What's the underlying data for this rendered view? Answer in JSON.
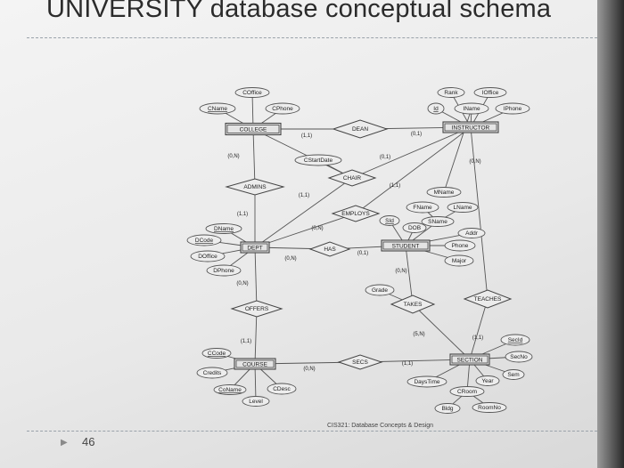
{
  "title": "UNIVERSITY database conceptual schema",
  "footer": "CIS321: Database Concepts & Design",
  "page_number": "46",
  "entities": [
    {
      "id": "college",
      "label": "COLLEGE"
    },
    {
      "id": "instructor",
      "label": "INSTRUCTOR"
    },
    {
      "id": "dept",
      "label": "DEPT"
    },
    {
      "id": "student",
      "label": "STUDENT"
    },
    {
      "id": "course",
      "label": "COURSE"
    },
    {
      "id": "section",
      "label": "SECTION"
    }
  ],
  "relationships": [
    {
      "id": "dean",
      "label": "DEAN"
    },
    {
      "id": "chair",
      "label": "CHAIR"
    },
    {
      "id": "admins",
      "label": "ADMINS"
    },
    {
      "id": "employs",
      "label": "EMPLOYS"
    },
    {
      "id": "has",
      "label": "HAS"
    },
    {
      "id": "takes",
      "label": "TAKES"
    },
    {
      "id": "teaches",
      "label": "TEACHES"
    },
    {
      "id": "offers",
      "label": "OFFERS"
    },
    {
      "id": "secs",
      "label": "SECS"
    }
  ],
  "attributes": [
    {
      "id": "coffice",
      "label": "COffice",
      "key": false
    },
    {
      "id": "cname",
      "label": "CName",
      "key": true
    },
    {
      "id": "cphone",
      "label": "CPhone",
      "key": false
    },
    {
      "id": "rank",
      "label": "Rank",
      "key": false
    },
    {
      "id": "ioffice",
      "label": "IOffice",
      "key": false
    },
    {
      "id": "iid",
      "label": "Id",
      "key": true
    },
    {
      "id": "iname",
      "label": "IName",
      "key": false
    },
    {
      "id": "iphone",
      "label": "IPhone",
      "key": false
    },
    {
      "id": "cstartdate",
      "label": "CStartDate",
      "key": false
    },
    {
      "id": "mname",
      "label": "MName",
      "key": false
    },
    {
      "id": "fname",
      "label": "FName",
      "key": false
    },
    {
      "id": "lname",
      "label": "LName",
      "key": false
    },
    {
      "id": "sname",
      "label": "SName",
      "key": false
    },
    {
      "id": "sid",
      "label": "SId",
      "key": true
    },
    {
      "id": "dob",
      "label": "DOB",
      "key": false
    },
    {
      "id": "addr",
      "label": "Addr",
      "key": false
    },
    {
      "id": "phone",
      "label": "Phone",
      "key": false
    },
    {
      "id": "major",
      "label": "Major",
      "key": false
    },
    {
      "id": "dname",
      "label": "DName",
      "key": true
    },
    {
      "id": "dcode",
      "label": "DCode",
      "key": true
    },
    {
      "id": "doffice",
      "label": "DOffice",
      "key": false
    },
    {
      "id": "dphone",
      "label": "DPhone",
      "key": false
    },
    {
      "id": "grade",
      "label": "Grade",
      "key": false
    },
    {
      "id": "ccode",
      "label": "CCode",
      "key": true
    },
    {
      "id": "credits",
      "label": "Credits",
      "key": false
    },
    {
      "id": "coname",
      "label": "CoName",
      "key": true
    },
    {
      "id": "cdesc",
      "label": "CDesc",
      "key": false
    },
    {
      "id": "level",
      "label": "Level",
      "key": false
    },
    {
      "id": "secid",
      "label": "SecId",
      "key": true
    },
    {
      "id": "secno",
      "label": "SecNo",
      "key": false
    },
    {
      "id": "sem",
      "label": "Sem",
      "key": false
    },
    {
      "id": "year",
      "label": "Year",
      "key": false
    },
    {
      "id": "daystime",
      "label": "DaysTime",
      "key": false
    },
    {
      "id": "croom",
      "label": "CRoom",
      "key": false
    },
    {
      "id": "bldg",
      "label": "Bldg",
      "key": false
    },
    {
      "id": "roomno",
      "label": "RoomNo",
      "key": false
    }
  ],
  "cardinalities": [
    {
      "id": "c_dean_college",
      "label": "(1,1)"
    },
    {
      "id": "c_dean_instr",
      "label": "(0,1)"
    },
    {
      "id": "c_chair_instr1",
      "label": "(0,1)"
    },
    {
      "id": "c_chair_instr2",
      "label": "(1,1)"
    },
    {
      "id": "c_instr_employs",
      "label": "(0,N)"
    },
    {
      "id": "c_college_admins",
      "label": "(0,N)"
    },
    {
      "id": "c_chair_dept",
      "label": "(1,1)"
    },
    {
      "id": "c_admins_dept",
      "label": "(1,1)"
    },
    {
      "id": "c_employs_dept",
      "label": "(0,N)"
    },
    {
      "id": "c_dept_has",
      "label": "(0,N)"
    },
    {
      "id": "c_has_student",
      "label": "(0,1)"
    },
    {
      "id": "c_student_takes",
      "label": "(0,N)"
    },
    {
      "id": "c_dept_offers",
      "label": "(0,N)"
    },
    {
      "id": "c_takes_section",
      "label": "(5,N)"
    },
    {
      "id": "c_teaches_section",
      "label": "(1,1)"
    },
    {
      "id": "c_offers_course",
      "label": "(1,1)"
    },
    {
      "id": "c_course_secs",
      "label": "(0,N)"
    },
    {
      "id": "c_secs_section",
      "label": "(1,1)"
    }
  ]
}
